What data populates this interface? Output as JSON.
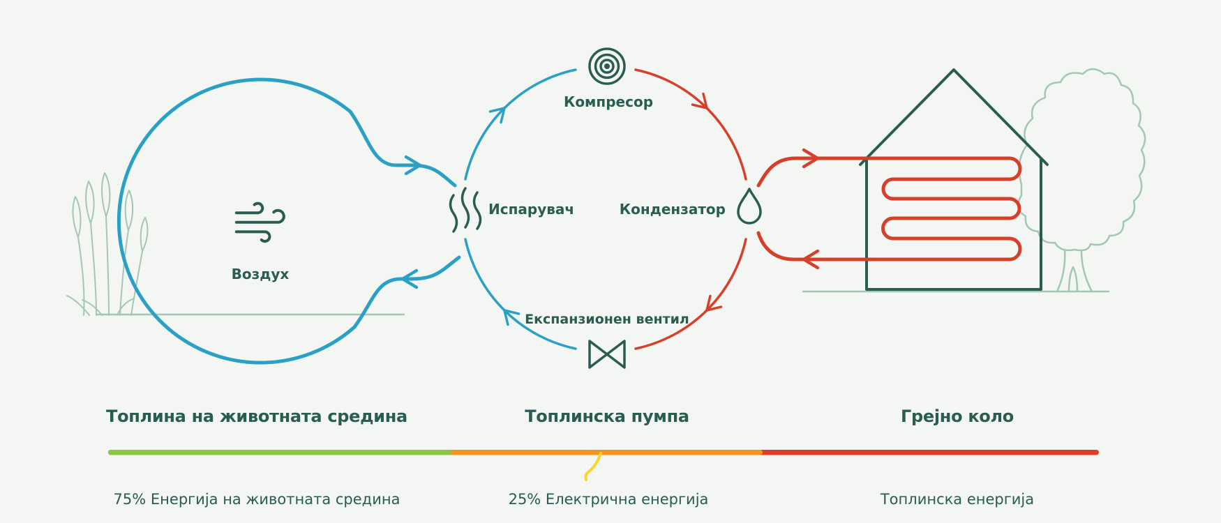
{
  "title": "Heat pump energy flow infographic",
  "colors": {
    "bg": "#f3f6f3",
    "teal": "#2a5c51",
    "blue": "#2aa1c4",
    "red": "#d6402b",
    "sage": "#a3c7b5",
    "green": "#8cc63f",
    "orange": "#f7941e",
    "barred": "#e03a28",
    "yellow": "#fdd42c"
  },
  "diagram": {
    "air_source": {
      "label": "Воздух",
      "icon": "wind-icon"
    },
    "cycle": {
      "compressor": {
        "label": "Компресор",
        "icon": "compressor-spiral-icon"
      },
      "evaporator": {
        "label": "Испарувач",
        "icon": "steam-waves-icon"
      },
      "condenser": {
        "label": "Кондензатор",
        "icon": "droplet-icon"
      },
      "expansion_valve": {
        "label": "Експанзионен вентил",
        "icon": "valve-bowtie-icon"
      }
    },
    "heating_circuit": {
      "icon": "house-with-heating-coil"
    }
  },
  "legend": {
    "sections": [
      {
        "heading": "Топлина на животната средина",
        "sublabel": "75% Енергија на животната средина",
        "color": "#8cc63f"
      },
      {
        "heading": "Топлинска пумпа",
        "sublabel": "25% Електрична енергија",
        "color": "#f7941e"
      },
      {
        "heading": "Грејно коло",
        "sublabel": "Топлинска енергија",
        "color": "#e03a28"
      }
    ]
  }
}
